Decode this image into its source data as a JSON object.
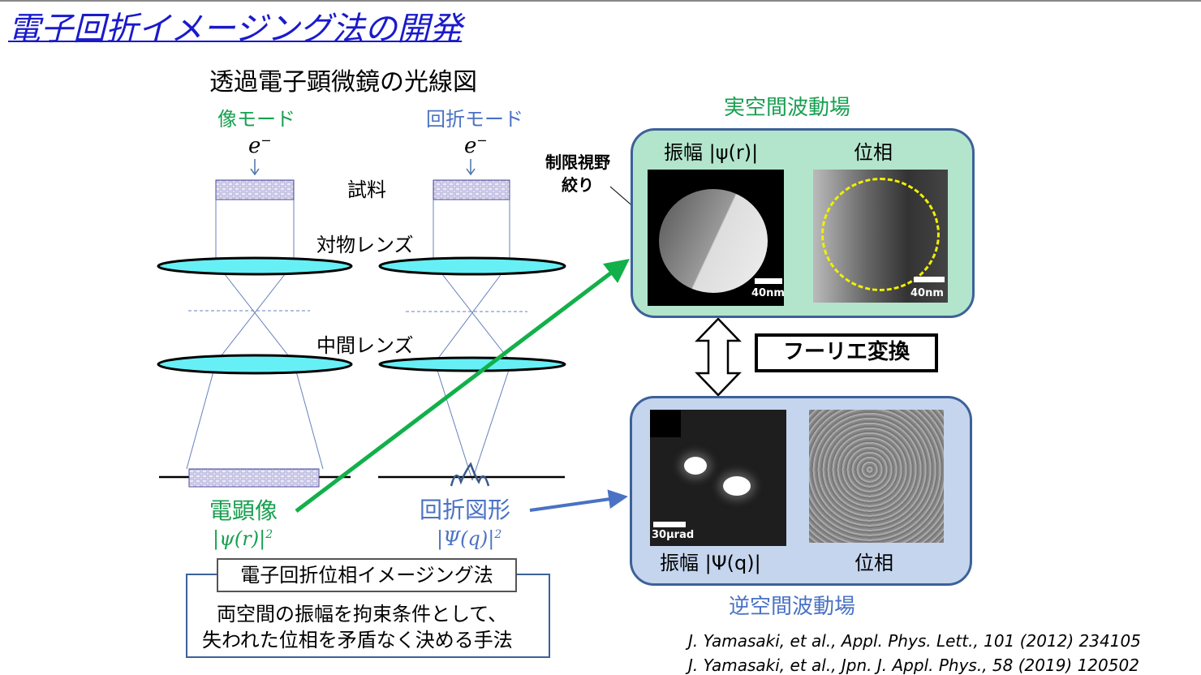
{
  "title": "電子回折イメージング法の開発",
  "diagram": {
    "heading": "透過電子顕微鏡の光線図",
    "image_mode": "像モード",
    "diffraction_mode": "回折モード",
    "electron": "e",
    "electron_sup": "−",
    "specimen": "試料",
    "objective_lens": "対物レンズ",
    "intermediate_lens": "中間レンズ",
    "em_image": "電顕像",
    "em_image_formula": "|ψ(r)|",
    "diffraction_pattern": "回折図形",
    "diffraction_formula": "|Ψ(q)|",
    "square": "2",
    "aperture_label_1": "制限視野",
    "aperture_label_2": "絞り"
  },
  "real_space": {
    "label": "実空間波動場",
    "amplitude_label": "振幅 |ψ(r)|",
    "phase_label": "位相",
    "scale_amp": "40nm",
    "scale_phase": "40nm"
  },
  "fourier": "フーリエ変換",
  "reciprocal_space": {
    "label": "逆空間波動場",
    "amplitude_label": "振幅 |Ψ(q)|",
    "phase_label": "位相",
    "scale_amp": "30μrad"
  },
  "method": {
    "name": "電子回折位相イメージング法",
    "desc1": "両空間の振幅を拘束条件として、",
    "desc2": "失われた位相を矛盾なく決める手法"
  },
  "references": [
    "J. Yamasaki, et al., Appl. Phys. Lett., 101 (2012) 234105",
    "J. Yamasaki, et al., Jpn. J. Appl. Phys., 58 (2019) 120502"
  ],
  "colors": {
    "title": "#1a1acc",
    "green": "#18a050",
    "blue": "#4a72c4",
    "real_bg": "#b3e5cc",
    "recip_bg": "#c5d5ee",
    "lens": "#66f0f5"
  }
}
